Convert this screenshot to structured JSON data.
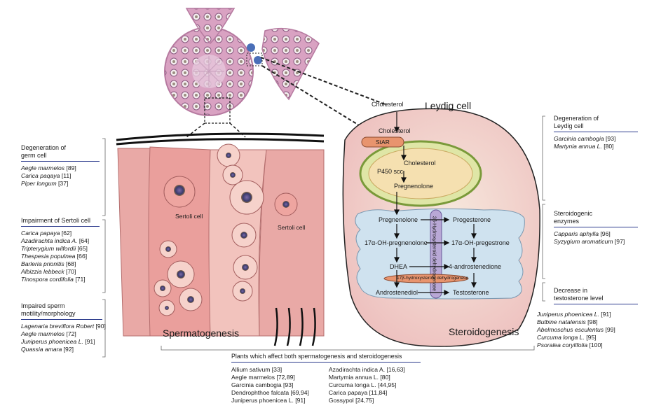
{
  "colors": {
    "accent_line": "#2b3a8c",
    "tissue_pink": "#e9a9a6",
    "leydig_fill": "#f4d9cf",
    "mito_green": "#dfe6a6",
    "er_blue": "#cfe2ef",
    "star_orange": "#e8946e",
    "enzyme_purple": "#b9a8d6"
  },
  "diagram": {
    "cholesterol_top": "Cholesterol",
    "leydig_title": "Leydig cell",
    "cholesterol_in": "Cholesterol",
    "star": "StAR",
    "cholesterol_mito": "Cholesterol",
    "p450": "P450 scc",
    "pregnenolone_mito": "Pregnenolone",
    "pregnenolone": "Pregnenolone",
    "progesterone": "Progesterone",
    "ohpreg": "17α-OH-pregnenolone",
    "ohprog": "17α-OH-pregestrone",
    "dhea": "DHEA",
    "androstenedione": "4-androstenedione",
    "hsd17": "17β-hydroxysteroid dehydrogenase",
    "androstenediol": "Androstenediol",
    "testosterone": "Testosterone",
    "hsd3": "3β-Hydroxysteroid dehydrogenase",
    "sertoli_1": "Sertoli cell",
    "sertoli_2": "Sertoli cell",
    "spermatogenesis": "Spermatogenesis",
    "steroidogenesis": "Steroidogenesis"
  },
  "left": {
    "germ": {
      "title": [
        "Degeneration of",
        "germ cell"
      ],
      "items": [
        {
          "plant": "Aegle marmelos",
          "ref": "[89]"
        },
        {
          "plant": "Carica paqaya",
          "ref": "[11]"
        },
        {
          "plant": "Piper longum",
          "ref": "[37]"
        }
      ]
    },
    "sertoli": {
      "title": [
        "Impairment of Sertoli cell"
      ],
      "items": [
        {
          "plant": "Carica papaya",
          "ref": "[62]"
        },
        {
          "plant": "Azadirachta indica A.",
          "ref": "[64]"
        },
        {
          "plant": "Tripterygium wilfordii",
          "ref": "[65]"
        },
        {
          "plant": "Thespesia populnea",
          "ref": "[66]"
        },
        {
          "plant": "Barleria prionitis",
          "ref": "[68]"
        },
        {
          "plant": "Albizzia lebbeck",
          "ref": "[70]"
        },
        {
          "plant": "Tinospora cordifolia",
          "ref": "[71]"
        }
      ]
    },
    "sperm": {
      "title": [
        "Impaired sperm",
        "motility/morphology"
      ],
      "items": [
        {
          "plant": "Lagenaria breviflora Robert",
          "ref": "[90]"
        },
        {
          "plant": "Aegle marmelos",
          "ref": "[72]"
        },
        {
          "plant": "Juniperus phoenicea L.",
          "ref": "[91]"
        },
        {
          "plant": "Quassia amara",
          "ref": "[92]"
        }
      ]
    }
  },
  "right": {
    "leydig_deg": {
      "title": [
        "Degeneration of",
        "Leydig cell"
      ],
      "items": [
        {
          "plant": "Garcinia cambogia",
          "ref": "[93]"
        },
        {
          "plant": "Martynia annua L.",
          "ref": "[80]"
        }
      ]
    },
    "enzymes": {
      "title": [
        "Steroidogenic",
        "enzymes"
      ],
      "items": [
        {
          "plant": "Capparis aphylla",
          "ref": "[96]"
        },
        {
          "plant": "Syzygium aromaticum",
          "ref": "[97]"
        }
      ]
    },
    "testo": {
      "title": [
        "Decrease in",
        "testosterone level"
      ],
      "items": [
        {
          "plant": "Juniperus phoenicea L.",
          "ref": "[91]"
        },
        {
          "plant": "Bulbine natalensis",
          "ref": "[98]"
        },
        {
          "plant": "Abelmoschus esculentus",
          "ref": "[99]"
        },
        {
          "plant": "Curcuma longa L.",
          "ref": "[95]"
        },
        {
          "plant": "Psoralea corylifolia",
          "ref": "[100]"
        }
      ]
    }
  },
  "both": {
    "title": "Plants which affect both spermatogenesis and steroidogenesis",
    "col1": [
      {
        "plant": "Allium sativum",
        "ref": "[33]"
      },
      {
        "plant": "Aegle marmelos",
        "ref": "[72,89]"
      },
      {
        "plant": "Garcinia cambogia",
        "ref": "[93]"
      },
      {
        "plant": "Dendrophthoe falcata",
        "ref": "[69,94]"
      },
      {
        "plant": "Juniperus phoenicea L.",
        "ref": "[91]"
      }
    ],
    "col2": [
      {
        "plant": "Azadirachta indica A.",
        "ref": "[16,63]"
      },
      {
        "plant": "Martymia annua L.",
        "ref": "[80]"
      },
      {
        "plant": "Curcuma longa L.",
        "ref": "[44,95]"
      },
      {
        "plant": "Carica papaya",
        "ref": "[11,84]"
      },
      {
        "plant": "Gossypol",
        "ref": "[24,75]"
      }
    ]
  }
}
